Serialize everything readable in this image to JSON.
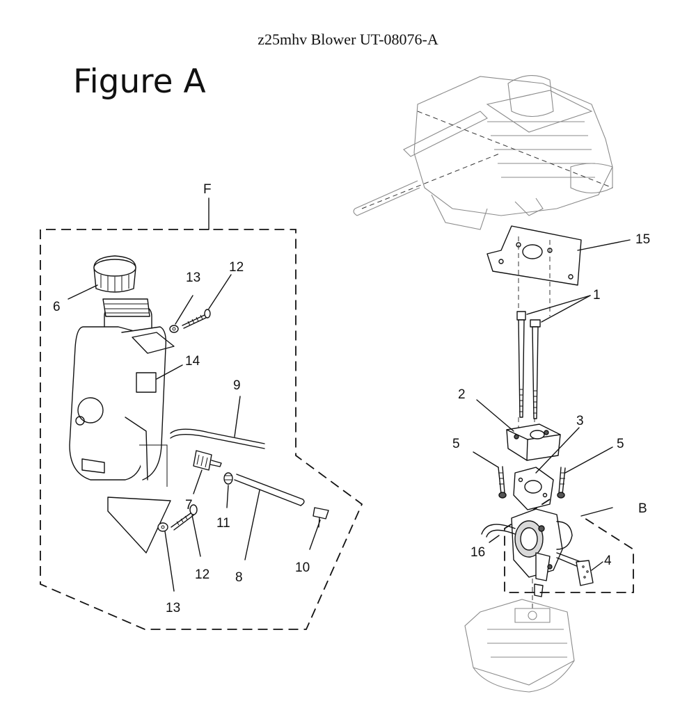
{
  "document": {
    "title": "z25mhv Blower UT-08076-A",
    "figure_label": "Figure A"
  },
  "groups": {
    "fuel_tank_group": "F",
    "carburetor_group": "B"
  },
  "callouts": {
    "c1": "1",
    "c2": "2",
    "c3": "3",
    "c4": "4",
    "c5_left": "5",
    "c5_right": "5",
    "c6": "6",
    "c7": "7",
    "c8": "8",
    "c9": "9",
    "c10": "10",
    "c11": "11",
    "c12_top": "12",
    "c12_bottom": "12",
    "c13_top": "13",
    "c13_bottom": "13",
    "c14": "14",
    "c15": "15",
    "c16": "16"
  }
}
